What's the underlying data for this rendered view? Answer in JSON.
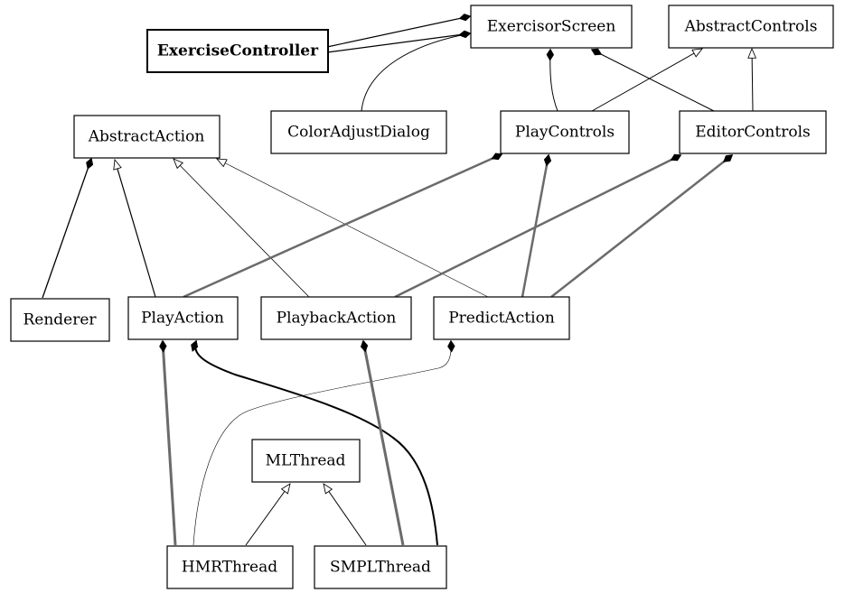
{
  "nodes": {
    "exercise_controller": "ExerciseController",
    "exercisor_screen": "ExercisorScreen",
    "abstract_controls": "AbstractControls",
    "abstract_action": "AbstractAction",
    "color_adjust_dialog": "ColorAdjustDialog",
    "play_controls": "PlayControls",
    "editor_controls": "EditorControls",
    "renderer": "Renderer",
    "play_action": "PlayAction",
    "playback_action": "PlaybackAction",
    "predict_action": "PredictAction",
    "ml_thread": "MLThread",
    "hmr_thread": "HMRThread",
    "smpl_thread": "SMPLThread"
  },
  "colors": {
    "line": "#000000",
    "thick_line": "#6b6b6b",
    "box_border": "#000000",
    "background": "#ffffff"
  }
}
